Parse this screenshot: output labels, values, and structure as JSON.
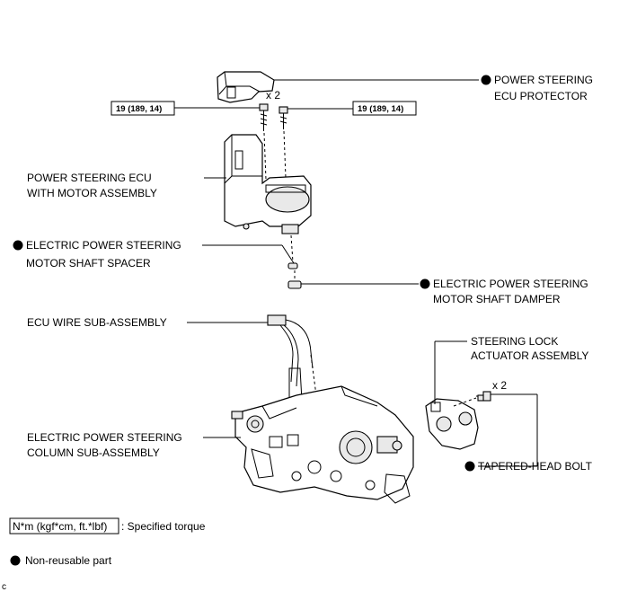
{
  "labels": {
    "protector_l1": "POWER STEERING",
    "protector_l2": "ECU PROTECTOR",
    "ecu_l1": "POWER STEERING ECU",
    "ecu_l2": "WITH MOTOR ASSEMBLY",
    "spacer_l1": "ELECTRIC POWER STEERING",
    "spacer_l2": "MOTOR SHAFT SPACER",
    "damper_l1": "ELECTRIC POWER STEERING",
    "damper_l2": "MOTOR SHAFT DAMPER",
    "wire": "ECU WIRE SUB-ASSEMBLY",
    "lock_l1": "STEERING LOCK",
    "lock_l2": "ACTUATOR ASSEMBLY",
    "column_l1": "ELECTRIC POWER STEERING",
    "column_l2": "COLUMN SUB-ASSEMBLY",
    "bolt": "TAPERED-HEAD BOLT"
  },
  "quantities": {
    "protector_bolts": "x 2",
    "tapered_bolts": "x 2"
  },
  "torque": {
    "left": "19 (189, 14)",
    "right": "19 (189, 14)"
  },
  "legend": {
    "torque_unit": "N*m (kgf*cm, ft.*lbf)",
    "torque_desc": ": Specified torque",
    "non_reusable": "Non-reusable part"
  },
  "corner_mark": "c"
}
